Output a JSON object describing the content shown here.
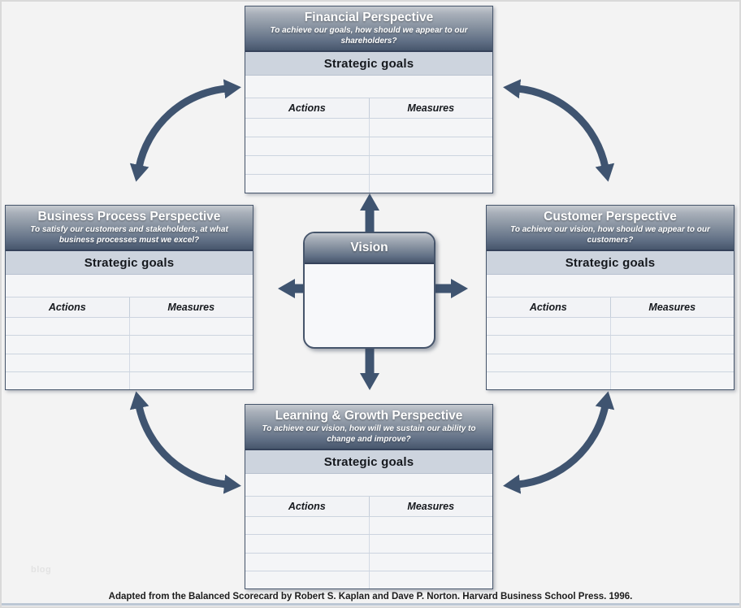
{
  "diagram": {
    "type": "balanced-scorecard-template",
    "colors": {
      "accent_dark": "#3f5470",
      "header_gradient_top": "#c6cad0",
      "header_gradient_bottom": "#47566c",
      "strategic_band": "#cdd4de",
      "row_background": "#f4f5f7",
      "row_line": "#ccd4df",
      "page_background": "#f3f3f3"
    }
  },
  "perspectives": [
    {
      "id": "financial",
      "title": "Financial Perspective",
      "subtitle": "To achieve our goals, how should we appear to our shareholders?",
      "strategic_goals_label": "Strategic goals",
      "actions_label": "Actions",
      "measures_label": "Measures",
      "empty_rows": 4
    },
    {
      "id": "business-process",
      "title": "Business Process Perspective",
      "subtitle": "To satisfy our customers and stakeholders, at what business processes must we excel?",
      "strategic_goals_label": "Strategic goals",
      "actions_label": "Actions",
      "measures_label": "Measures",
      "empty_rows": 4
    },
    {
      "id": "customer",
      "title": "Customer Perspective",
      "subtitle": "To achieve our vision, how should we appear to our customers?",
      "strategic_goals_label": "Strategic goals",
      "actions_label": "Actions",
      "measures_label": "Measures",
      "empty_rows": 4
    },
    {
      "id": "learning-growth",
      "title": "Learning & Growth Perspective",
      "subtitle": "To achieve our vision, how will we sustain our ability to change and improve?",
      "strategic_goals_label": "Strategic goals",
      "actions_label": "Actions",
      "measures_label": "Measures",
      "empty_rows": 4
    }
  ],
  "vision": {
    "title": "Vision"
  },
  "arrows": {
    "cross": [
      "vision-to-financial-up",
      "vision-to-learning-down",
      "vision-to-business-left",
      "vision-to-customer-right"
    ],
    "curved": [
      "financial-business-cycle",
      "financial-customer-cycle",
      "business-learning-cycle",
      "customer-learning-cycle"
    ]
  },
  "caption": "Adapted from the Balanced Scorecard by Robert S. Kaplan and Dave P. Norton. Harvard Business School Press. 1996.",
  "watermark": "blog"
}
